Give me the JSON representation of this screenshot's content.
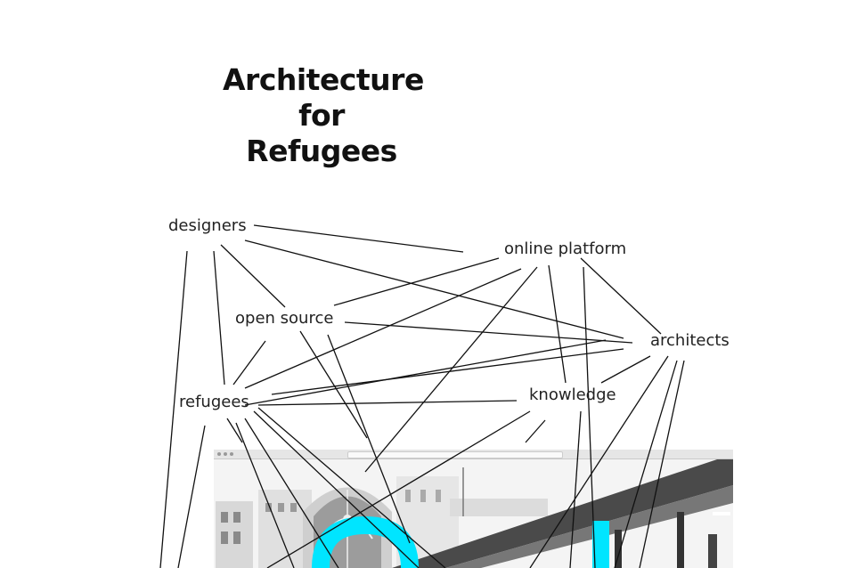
{
  "title": [
    "Architecture",
    "for",
    "Refugees"
  ],
  "nodes": {
    "designers": "designers",
    "online_platform": "online platform",
    "open_source": "open source",
    "architects": "architects",
    "refugees": "refugees",
    "knowledge": "knowledge"
  },
  "colors": {
    "line": "#111111",
    "text": "#222222",
    "accent": "#00e5ff"
  }
}
